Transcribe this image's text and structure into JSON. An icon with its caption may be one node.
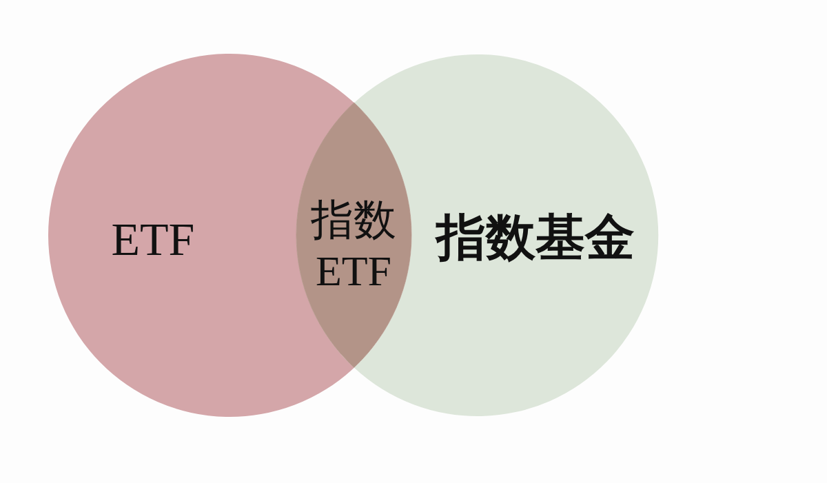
{
  "diagram": {
    "nodes": [
      {
        "text": [
          "ETF"
        ]
      },
      {
        "text": [
          "指数基金"
        ]
      },
      {
        "text": [
          "指数ETF"
        ]
      }
    ]
  }
}
